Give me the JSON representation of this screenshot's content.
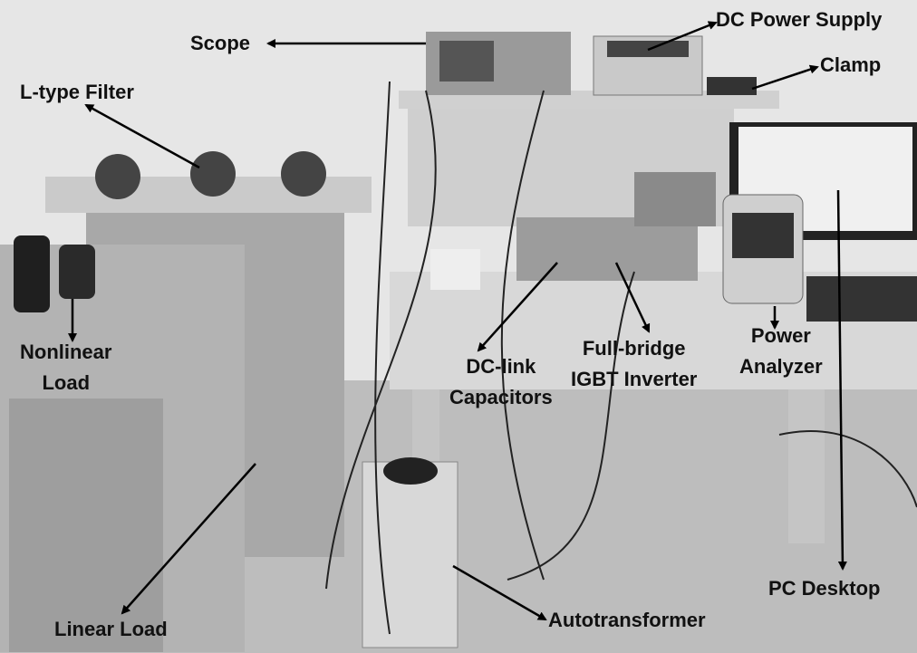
{
  "labels": {
    "scope": "Scope",
    "dc_power_supply": "DC Power Supply",
    "clamp": "Clamp",
    "l_type_filter": "L-type Filter",
    "nonlinear_load_1": "Nonlinear",
    "nonlinear_load_2": "Load",
    "dc_link_1": "DC-link",
    "dc_link_2": "Capacitors",
    "inverter_1": "Full-bridge",
    "inverter_2": "IGBT Inverter",
    "power_analyzer_1": "Power",
    "power_analyzer_2": "Analyzer",
    "pc_desktop": "PC Desktop",
    "linear_load": "Linear Load",
    "autotransformer": "Autotransformer"
  },
  "colors": {
    "label": "#111111",
    "arrow": "#000000"
  }
}
